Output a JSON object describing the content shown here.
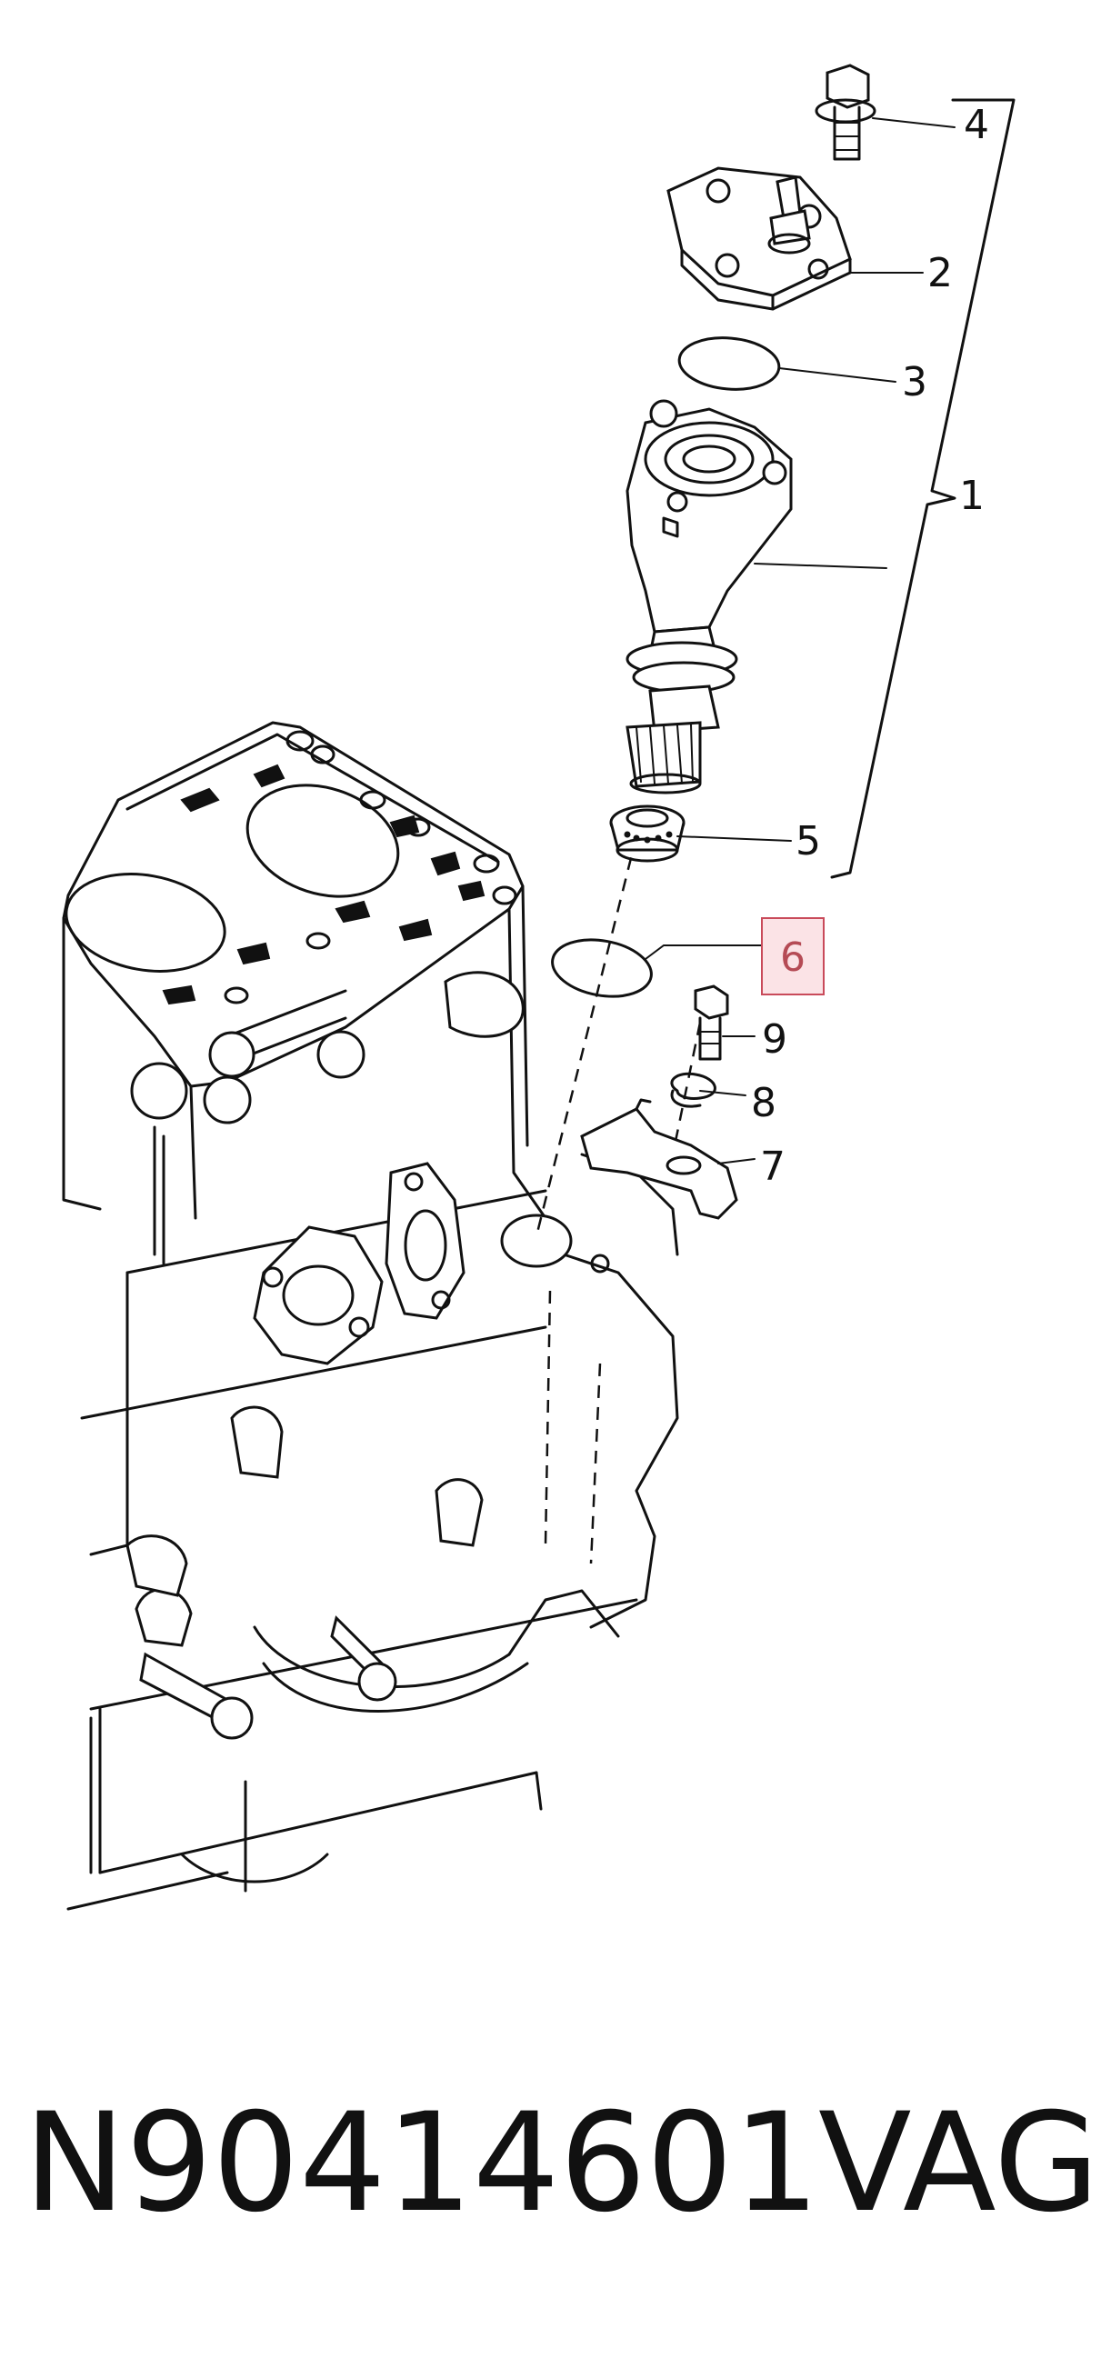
{
  "callouts": [
    {
      "id": "4",
      "label": "4"
    },
    {
      "id": "2",
      "label": "2"
    },
    {
      "id": "3",
      "label": "3"
    },
    {
      "id": "1",
      "label": "1"
    },
    {
      "id": "5",
      "label": "5"
    },
    {
      "id": "6",
      "label": "6",
      "highlighted": true
    },
    {
      "id": "9",
      "label": "9"
    },
    {
      "id": "8",
      "label": "8"
    },
    {
      "id": "7",
      "label": "7"
    }
  ],
  "caption": {
    "part_number": "N90414601",
    "brand": "VAG"
  },
  "colors": {
    "line": "#111111",
    "highlight_fill": "#fbe3e6",
    "highlight_stroke": "#c94a5a",
    "highlight_text": "#b54b55"
  }
}
